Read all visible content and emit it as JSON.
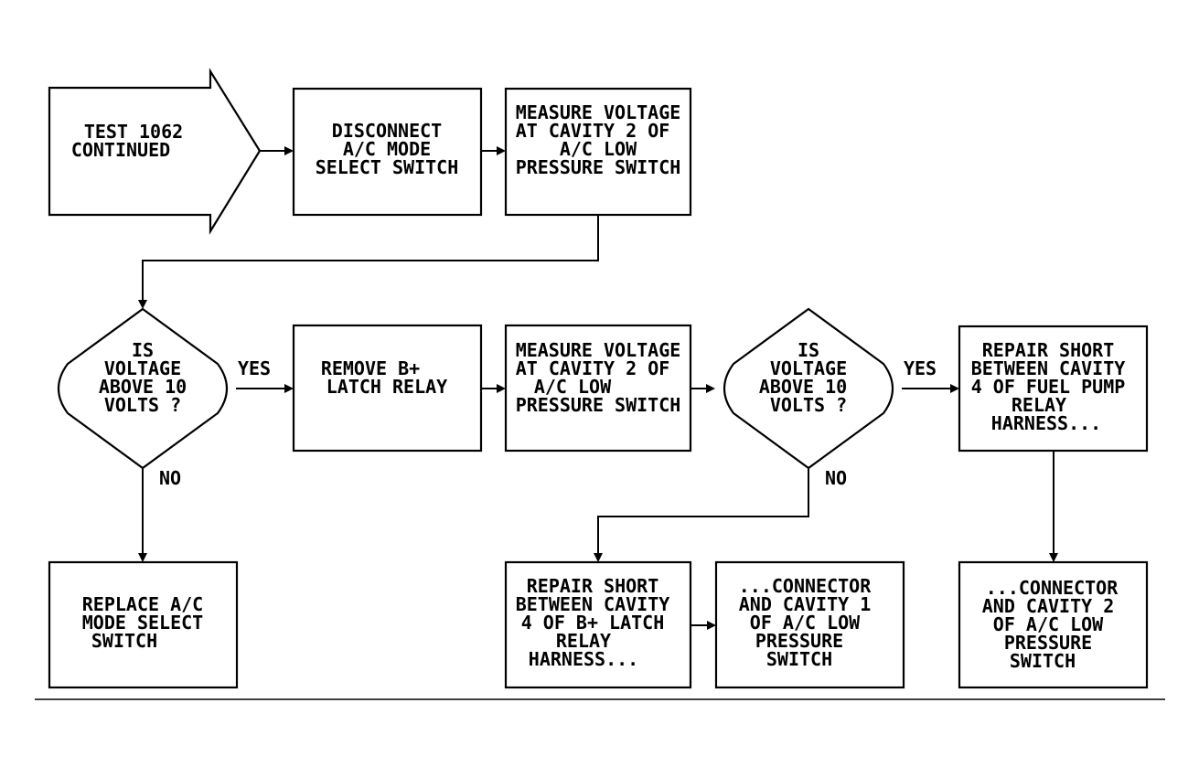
{
  "start": {
    "lines": [
      "TEST 1062",
      "CONTINUED"
    ]
  },
  "boxes": {
    "disconnect": {
      "lines": [
        "DISCONNECT",
        "A/C MODE",
        "SELECT SWITCH"
      ]
    },
    "measure1": {
      "lines": [
        "MEASURE VOLTAGE",
        "AT CAVITY 2 OF",
        "A/C LOW",
        "PRESSURE SWITCH"
      ]
    },
    "remove_relay": {
      "lines": [
        "REMOVE B+",
        "LATCH RELAY"
      ]
    },
    "measure2": {
      "lines": [
        "MEASURE VOLTAGE",
        "AT CAVITY 2 OF",
        "A/C LOW",
        "PRESSURE SWITCH"
      ]
    },
    "repair_fuel_pump": {
      "lines": [
        "REPAIR SHORT",
        "BETWEEN CAVITY",
        "4 OF FUEL PUMP",
        "RELAY",
        "HARNESS..."
      ]
    },
    "replace_switch": {
      "lines": [
        "REPLACE A/C",
        "MODE SELECT",
        "SWITCH"
      ]
    },
    "repair_latch": {
      "lines": [
        "REPAIR SHORT",
        "BETWEEN CAVITY",
        "4 OF B+ LATCH",
        "RELAY",
        "HARNESS..."
      ]
    },
    "connector_cavity1": {
      "lines": [
        "...CONNECTOR",
        "AND CAVITY 1",
        "OF A/C LOW",
        "PRESSURE",
        "SWITCH"
      ]
    },
    "connector_cavity2": {
      "lines": [
        "...CONNECTOR",
        "AND CAVITY 2",
        "OF A/C LOW",
        "PRESSURE",
        "SWITCH"
      ]
    }
  },
  "decisions": {
    "voltage1": {
      "lines": [
        "IS",
        "VOLTAGE",
        "ABOVE 10",
        "VOLTS ?"
      ],
      "yes_label": "YES",
      "no_label": "NO"
    },
    "voltage2": {
      "lines": [
        "IS",
        "VOLTAGE",
        "ABOVE 10",
        "VOLTS ?"
      ],
      "yes_label": "YES",
      "no_label": "NO"
    }
  }
}
